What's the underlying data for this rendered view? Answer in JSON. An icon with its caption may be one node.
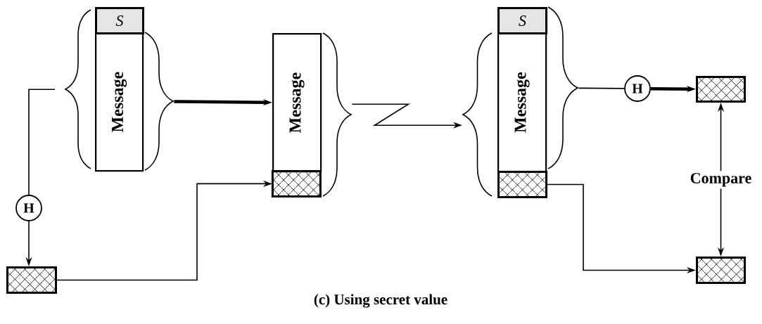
{
  "diagram": {
    "caption": "(c) Using secret value",
    "nodes": [
      {
        "text": [],
        "shape": "brace"
      },
      {
        "text": [
          "S"
        ]
      },
      {
        "text": [
          "Message"
        ]
      },
      {
        "text": [],
        "shape": "brace"
      },
      {
        "text": [
          "Message"
        ]
      },
      {
        "text": [],
        "shape": "box"
      },
      {
        "text": [],
        "shape": "brace"
      },
      {
        "text": [],
        "shape": "brace"
      },
      {
        "text": [
          "S"
        ]
      },
      {
        "text": [
          "Message"
        ]
      },
      {
        "text": [],
        "shape": "box"
      },
      {
        "text": [],
        "shape": "brace"
      },
      {
        "text": [
          "H"
        ]
      },
      {
        "text": [],
        "shape": "box"
      },
      {
        "text": [
          "H"
        ]
      },
      {
        "text": [],
        "shape": "box"
      },
      {
        "text": [],
        "shape": "box"
      }
    ],
    "edges": [
      {
        "from": 0,
        "to": 12,
        "arrow": "none"
      },
      {
        "from": 12,
        "to": 13,
        "arrow": "to"
      },
      {
        "from": 13,
        "to": 5,
        "arrow": "to"
      },
      {
        "from": 3,
        "to": 4,
        "arrow": "to",
        "style": "thick"
      },
      {
        "from": 6,
        "to": 7,
        "arrow": "to"
      },
      {
        "from": 11,
        "to": 14,
        "arrow": "none"
      },
      {
        "from": 14,
        "to": 15,
        "arrow": "to",
        "style": "thick"
      },
      {
        "from": 10,
        "to": 16,
        "arrow": "to"
      },
      {
        "from": 15,
        "to": 16,
        "arrow": "both",
        "label": "Compare"
      }
    ]
  }
}
